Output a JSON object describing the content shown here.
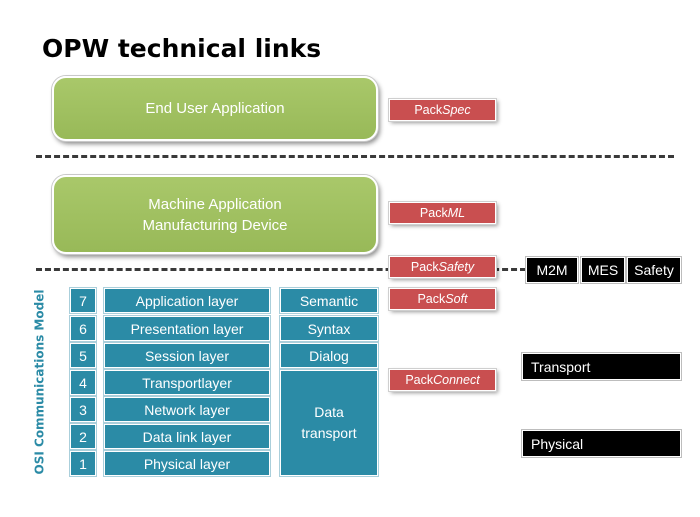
{
  "title": "OPW technical links",
  "green_boxes": {
    "end_user": [
      "End User Application"
    ],
    "machine": [
      "Machine Application",
      "Manufacturing Device"
    ]
  },
  "packs": [
    {
      "prefix": "Pack",
      "suffix": "Spec"
    },
    {
      "prefix": "Pack",
      "suffix": "ML"
    },
    {
      "prefix": "Pack",
      "suffix": "Safety"
    },
    {
      "prefix": "Pack",
      "suffix": "Soft"
    },
    {
      "prefix": "Pack",
      "suffix": "Connect"
    }
  ],
  "black_boxes": {
    "m2m": "M2M",
    "mes": "MES",
    "safety": "Safety",
    "transport": "Transport",
    "physical": "Physical"
  },
  "osi": {
    "label": "OSI Communications Model",
    "layers": [
      {
        "number": "7",
        "name": "Application layer"
      },
      {
        "number": "6",
        "name": "Presentation layer"
      },
      {
        "number": "5",
        "name": "Session layer"
      },
      {
        "number": "4",
        "name": "Transportlayer"
      },
      {
        "number": "3",
        "name": "Network layer"
      },
      {
        "number": "2",
        "name": "Data link layer"
      },
      {
        "number": "1",
        "name": "Physical layer"
      }
    ],
    "groups": {
      "semantic": "Semantic",
      "syntax": "Syntax",
      "dialog": "Dialog",
      "data_transport": [
        "Data",
        "transport"
      ]
    }
  },
  "colors": {
    "green": "#9bbb59",
    "red": "#c94f50",
    "teal": "#2b8ba6",
    "black": "#000000"
  }
}
